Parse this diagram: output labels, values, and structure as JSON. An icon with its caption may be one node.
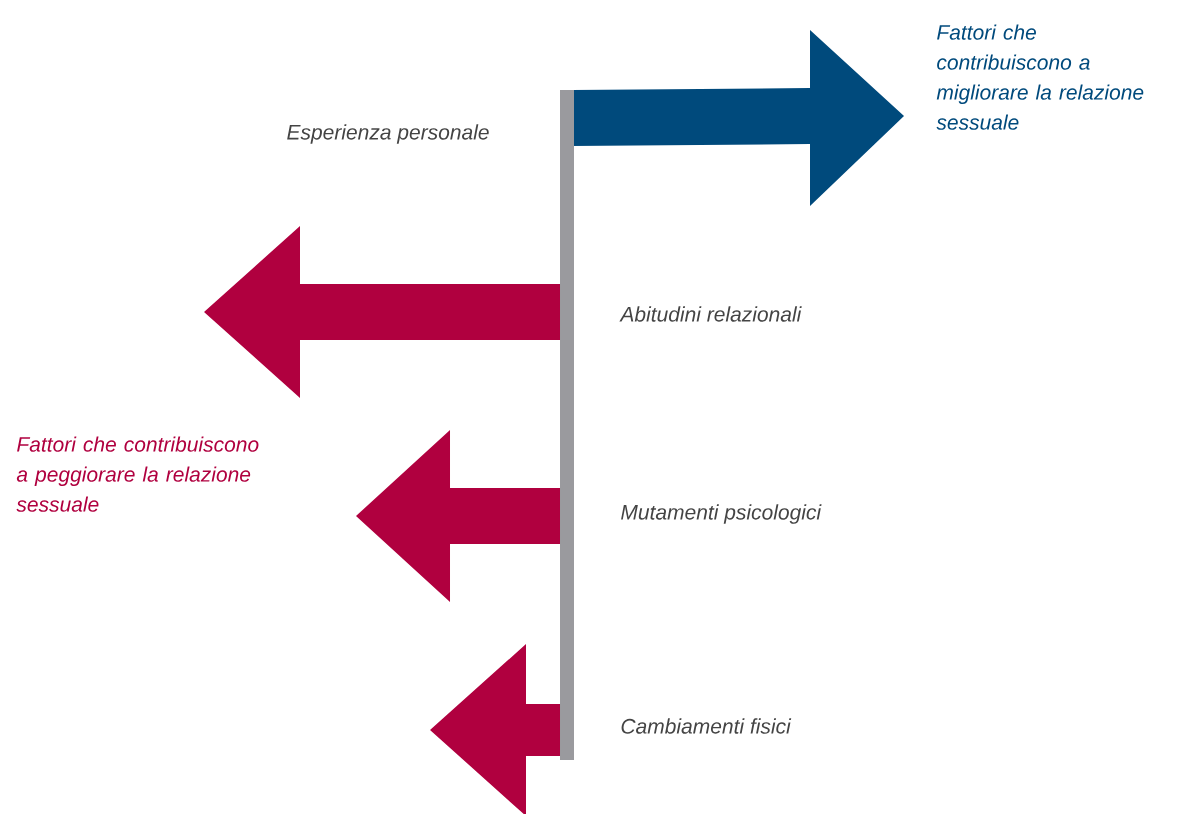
{
  "diagram": {
    "labels": [
      "Fattori che contribuiscono a migliorare la relazione sessuale",
      "Esperienza personale",
      "Abitudini relazionali",
      "Fattori che contribuiscono a peggiorare la relazione sessuale",
      "Mutamenti psicologici",
      "Cambiamenti fisici"
    ]
  }
}
